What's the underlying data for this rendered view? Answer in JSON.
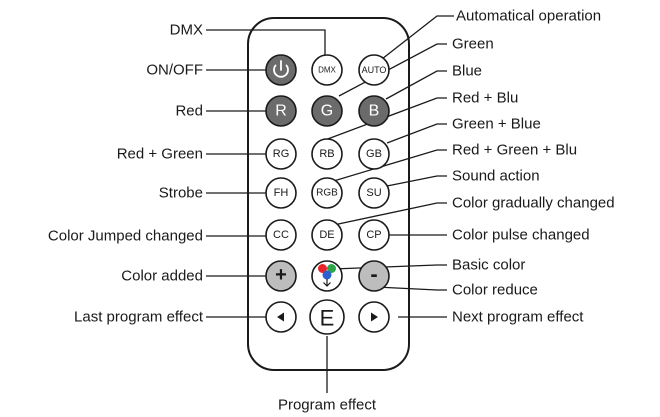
{
  "remote": {
    "buttons": {
      "power": {
        "icon": "power-icon"
      },
      "dmx": {
        "label": "DMX"
      },
      "auto": {
        "label": "AUTO"
      },
      "r": {
        "label": "R"
      },
      "g": {
        "label": "G"
      },
      "b": {
        "label": "B"
      },
      "rg": {
        "label": "RG"
      },
      "rb": {
        "label": "RB"
      },
      "gb": {
        "label": "GB"
      },
      "fh": {
        "label": "FH"
      },
      "rgb": {
        "label": "RGB"
      },
      "su": {
        "label": "SU"
      },
      "cc": {
        "label": "CC"
      },
      "de": {
        "label": "DE"
      },
      "cp": {
        "label": "CP"
      },
      "plus": {
        "label": "+"
      },
      "basic": {
        "icon": "rgb-dots-icon"
      },
      "minus": {
        "label": "-"
      },
      "prev": {
        "icon": "left-arrow-icon"
      },
      "e": {
        "label": "E"
      },
      "next": {
        "icon": "right-arrow-icon"
      }
    }
  },
  "callouts": {
    "dmx": "DMX",
    "on_off": "ON/OFF",
    "red": "Red",
    "red_green": "Red + Green",
    "strobe": "Strobe",
    "color_jumped": "Color Jumped changed",
    "color_added": "Color added",
    "last_program": "Last program effect",
    "automatical": "Automatical operation",
    "green": "Green",
    "blue": "Blue",
    "red_blu": "Red + Blu",
    "green_blue": "Green + Blue",
    "red_green_blu": "Red + Green + Blu",
    "sound_action": "Sound action",
    "color_gradually": "Color gradually changed",
    "color_pulse": "Color pulse changed",
    "basic_color": "Basic color",
    "color_reduce": "Color reduce",
    "next_program": "Next program effect",
    "program_effect": "Program effect"
  },
  "colors": {
    "outline": "#1a1a1a",
    "dark_button": "#6b6b6b",
    "light_button": "#bdbdbd",
    "body": "#ffffff",
    "dot_red": "#e8232a",
    "dot_green": "#2aa54a",
    "dot_blue": "#2a5fd0"
  }
}
